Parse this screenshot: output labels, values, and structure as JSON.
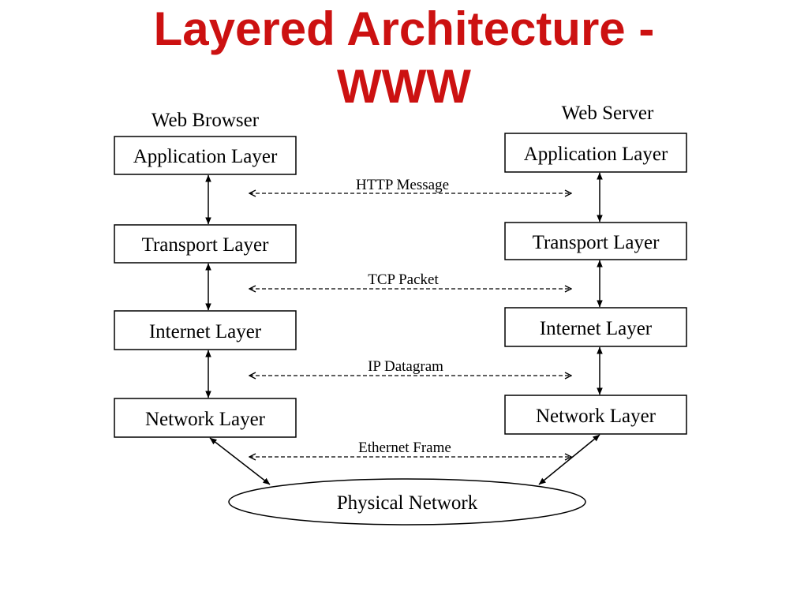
{
  "title": {
    "line1": "Layered Architecture -",
    "line2": "WWW",
    "color": "#cc1111"
  },
  "browser": {
    "header": "Web Browser",
    "layers": [
      "Application Layer",
      "Transport Layer",
      "Internet Layer",
      "Network Layer"
    ]
  },
  "server": {
    "header": "Web Server",
    "layers": [
      "Application Layer",
      "Transport Layer",
      "Internet Layer",
      "Network Layer"
    ]
  },
  "messages": [
    "HTTP Message",
    "TCP Packet",
    "IP Datagram",
    "Ethernet Frame"
  ],
  "network": {
    "label": "Physical Network"
  },
  "colors": {
    "line": "#000000",
    "background": "#ffffff"
  }
}
